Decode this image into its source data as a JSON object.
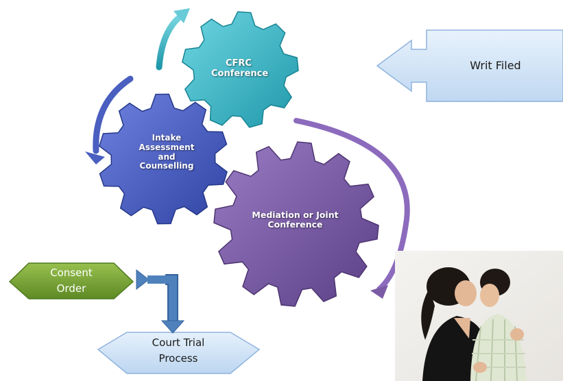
{
  "gears": {
    "cfrc": {
      "label": "CFRC Conference",
      "color": "#3fb7c7"
    },
    "intake": {
      "label": "Intake Assessment and Counselling",
      "color": "#4a5fc0"
    },
    "mediation": {
      "label": "Mediation or Joint Conference",
      "color": "#7b5aa6"
    }
  },
  "writ": {
    "label": "Writ Filed",
    "fill": "#d6e7f8",
    "stroke": "#8fb3de"
  },
  "consent": {
    "label_line1": "Consent",
    "label_line2": "Order",
    "fill": "#7ba33b"
  },
  "court": {
    "label_line1": "Court Trial",
    "label_line2": "Process",
    "fill": "#cfe3f7"
  },
  "connector_color": "#4f82bd",
  "photo": {
    "description": "mother-and-son-photo"
  }
}
